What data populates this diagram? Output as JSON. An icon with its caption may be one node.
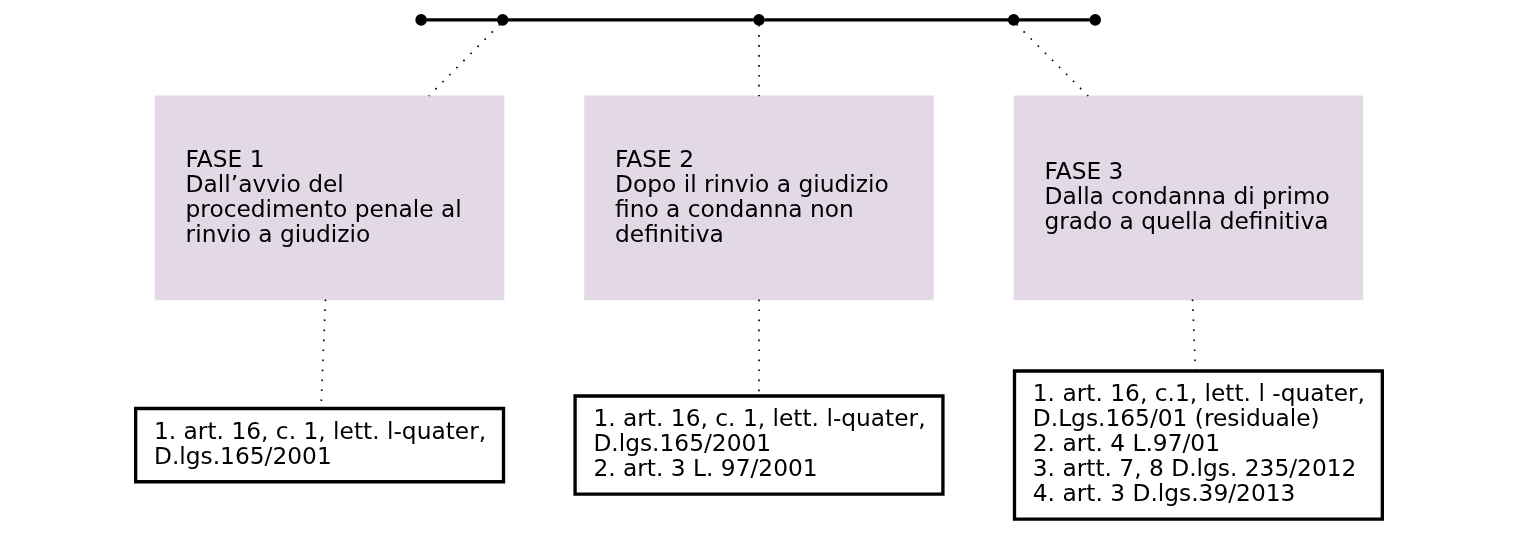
{
  "diagram": {
    "nodes": [
      {
        "text": [],
        "shape": "circle"
      },
      {
        "text": [],
        "shape": "circle"
      },
      {
        "text": [],
        "shape": "circle"
      },
      {
        "text": [],
        "shape": "circle"
      },
      {
        "text": [],
        "shape": "circle"
      },
      {
        "text": [
          "FASE 1",
          "Dall’avvio del procedimento penale al rinvio a giudizio"
        ]
      },
      {
        "text": [
          "FASE 2",
          "Dopo il rinvio a giudizio fino a condanna non definitiva"
        ]
      },
      {
        "text": [
          "FASE 3",
          "Dalla condanna di primo grado a quella definitiva"
        ]
      },
      {
        "text": [
          "1. art. 16, c. 1, lett. l-quater, D.lgs.165/2001"
        ]
      },
      {
        "text": [
          "1. art. 16, c. 1, lett. l-quater, D.lgs.165/2001",
          "2. art. 3 L. 97/2001"
        ]
      },
      {
        "text": [
          "1. art. 16, c.1, lett. l -quater, D.Lgs.165/01 (residuale)",
          "2. art. 4 L.97/01",
          "3. artt. 7, 8 D.lgs. 235/2012",
          "4. art. 3 D.lgs.39/2013"
        ]
      }
    ],
    "edges": [
      {
        "from": 0,
        "to": 1,
        "arrow": "none"
      },
      {
        "from": 1,
        "to": 2,
        "arrow": "none"
      },
      {
        "from": 2,
        "to": 3,
        "arrow": "none"
      },
      {
        "from": 3,
        "to": 4,
        "arrow": "none"
      },
      {
        "from": 1,
        "to": 5,
        "arrow": "none",
        "style": "dashed"
      },
      {
        "from": 2,
        "to": 6,
        "arrow": "none",
        "style": "dashed"
      },
      {
        "from": 3,
        "to": 7,
        "arrow": "none",
        "style": "dashed"
      },
      {
        "from": 5,
        "to": 8,
        "arrow": "none",
        "style": "dashed"
      },
      {
        "from": 6,
        "to": 9,
        "arrow": "none",
        "style": "dashed"
      },
      {
        "from": 7,
        "to": 10,
        "arrow": "none",
        "style": "dashed"
      }
    ]
  }
}
